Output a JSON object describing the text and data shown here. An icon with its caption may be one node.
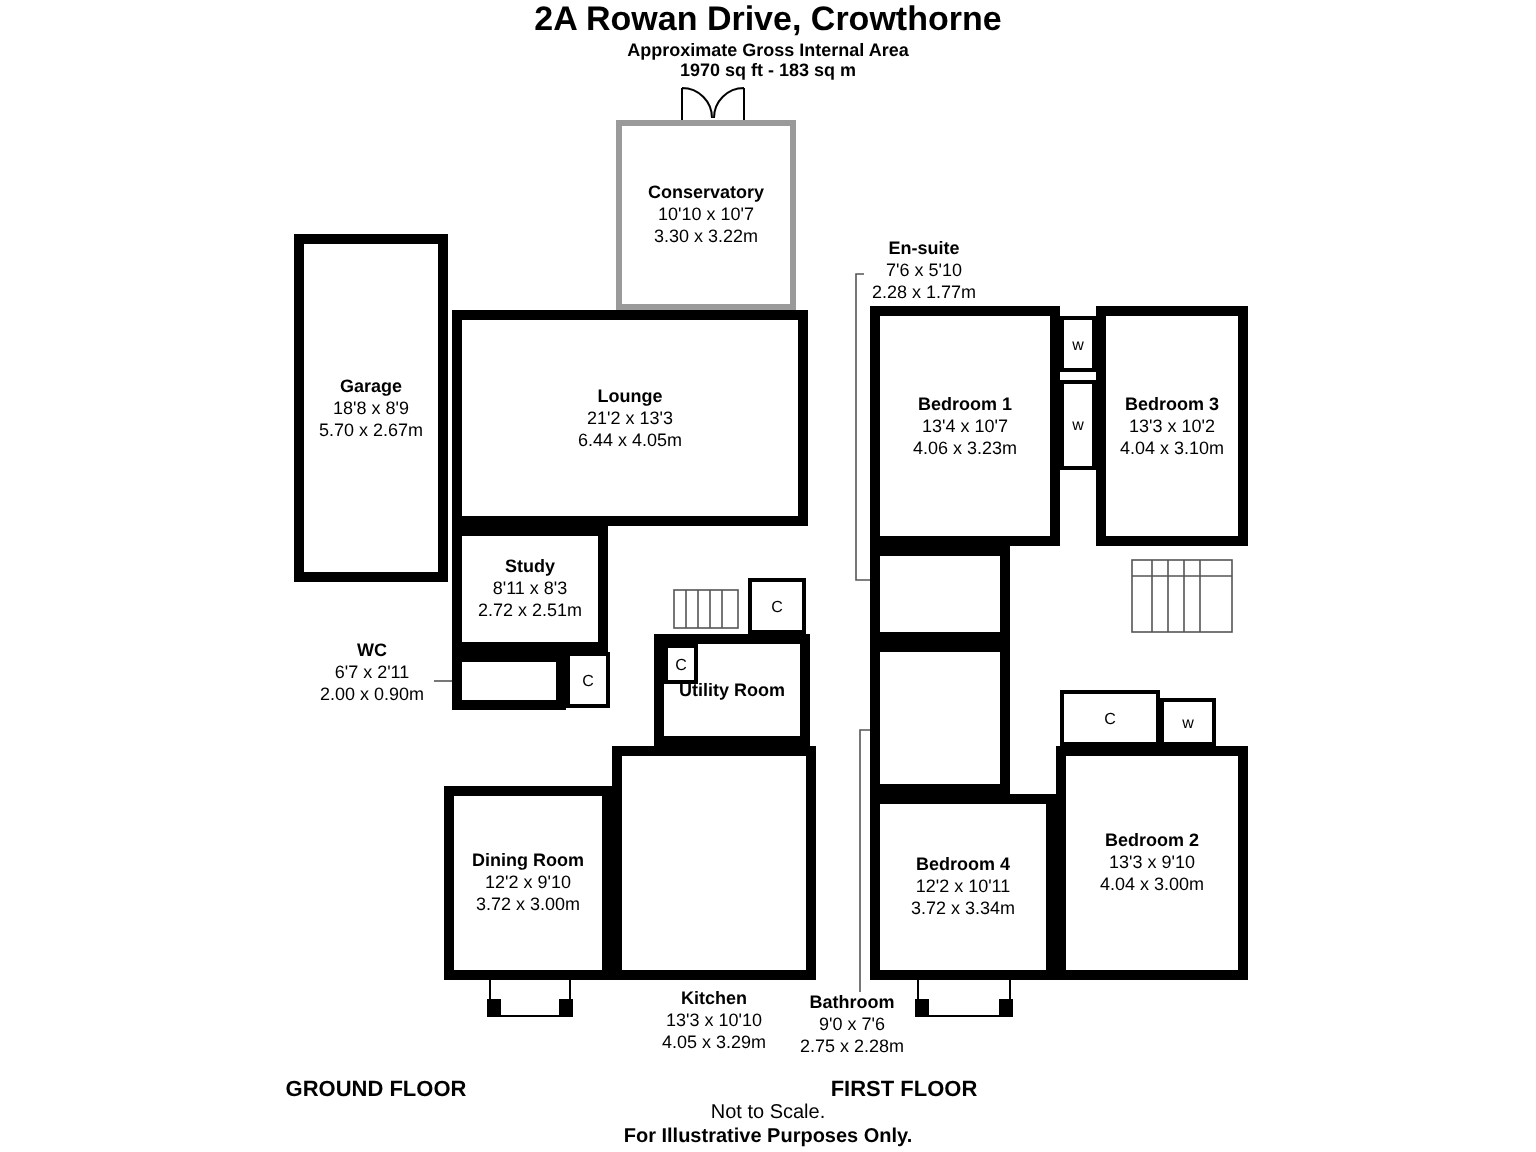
{
  "diagram": {
    "title": "2A Rowan Drive, Crowthorne",
    "nodes": [
      {
        "text": [
          "Conservatory",
          "10'10 x 10'7",
          "3.30 x 3.22m"
        ]
      },
      {
        "text": [
          "Garage",
          "18'8 x 8'9",
          "5.70 x 2.67m"
        ]
      },
      {
        "text": [
          "Lounge",
          "21'2 x 13'3",
          "6.44 x 4.05m"
        ]
      },
      {
        "text": [
          "Study",
          "8'11 x 8'3",
          "2.72 x 2.51m"
        ]
      },
      {
        "text": [
          "C"
        ]
      },
      {
        "text": [
          "WC",
          "6'7 x 2'11",
          "2.00 x 0.90m"
        ]
      },
      {
        "text": [],
        "shape": "box"
      },
      {
        "text": [
          "C"
        ]
      },
      {
        "text": [
          "Utility Room"
        ]
      },
      {
        "text": [
          "C"
        ],
        "in": 8
      },
      {
        "text": [
          "Dining Room",
          "12'2 x 9'10",
          "3.72 x 3.00m"
        ]
      },
      {
        "text": [
          "Kitchen",
          "13'3 x 10'10",
          "4.05 x 3.29m"
        ]
      },
      {
        "text": [
          "En-suite",
          "7'6 x 5'10",
          "2.28 x 1.77m"
        ]
      },
      {
        "text": [
          "Bedroom 1",
          "13'4 x 10'7",
          "4.06 x 3.23m"
        ]
      },
      {
        "text": [
          "w"
        ]
      },
      {
        "text": [
          "w"
        ]
      },
      {
        "text": [
          "Bedroom 3",
          "13'3 x 10'2",
          "4.04 x 3.10m"
        ]
      },
      {
        "text": [],
        "shape": "box"
      },
      {
        "text": [],
        "shape": "box"
      },
      {
        "text": [
          "C"
        ]
      },
      {
        "text": [
          "w"
        ]
      },
      {
        "text": [
          "Bedroom 4",
          "12'2 x 10'11",
          "3.72 x 3.34m"
        ]
      },
      {
        "text": [
          "Bedroom 2",
          "13'3 x 9'10",
          "4.04 x 3.00m"
        ]
      },
      {
        "text": [
          "Bathroom",
          "9'0 x 7'6",
          "2.75 x 2.28m"
        ]
      }
    ],
    "edges": [
      {
        "from": 5,
        "to": 6,
        "arrow": "none"
      },
      {
        "from": 12,
        "to": 17,
        "arrow": "none"
      },
      {
        "from": 23,
        "to": 18,
        "arrow": "none"
      }
    ],
    "labels": [
      "Approximate Gross Internal Area",
      "1970 sq ft - 183 sq m",
      "GROUND FLOOR",
      "FIRST FLOOR",
      "Not to Scale.",
      "For Illustrative Purposes Only."
    ]
  }
}
